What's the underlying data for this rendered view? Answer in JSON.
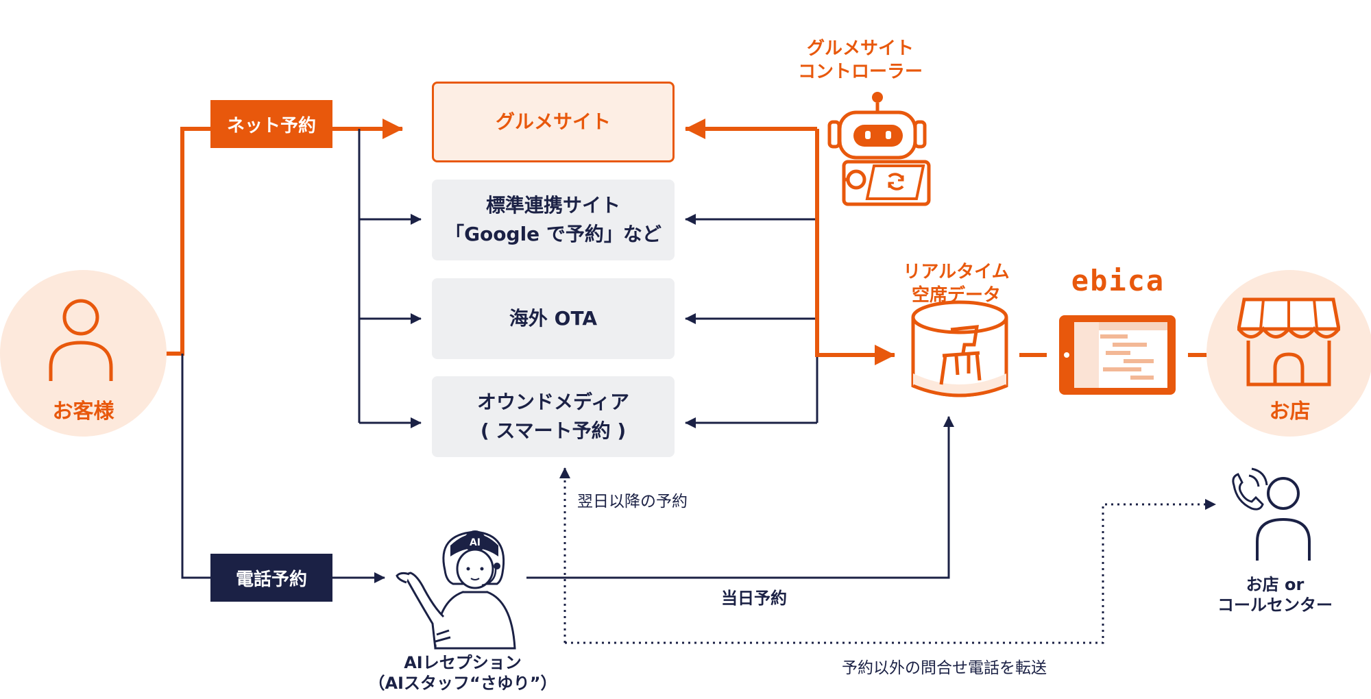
{
  "customer": {
    "label": "お客様"
  },
  "store": {
    "label": "お店"
  },
  "channels": {
    "net": "ネット予約",
    "phone": "電話予約"
  },
  "sites": [
    {
      "lines": [
        "グルメサイト"
      ]
    },
    {
      "lines": [
        "標準連携サイト",
        "「Google で予約」など"
      ]
    },
    {
      "lines": [
        "海外 OTA"
      ]
    },
    {
      "lines": [
        "オウンドメディア",
        "( スマート予約 )"
      ]
    }
  ],
  "controller": {
    "lines": [
      "グルメサイト",
      "コントローラー"
    ]
  },
  "realtime": {
    "lines": [
      "リアルタイム",
      "空席データ"
    ]
  },
  "ebica": {
    "logo": "ebica"
  },
  "ai": {
    "lines": [
      "AIレセプション",
      "（AIスタッフ“さゆり”）"
    ],
    "badge": "AI"
  },
  "flows": {
    "next_day": "翌日以降の予約",
    "same_day": "当日予約",
    "transfer": "予約以外の問合せ電話を転送"
  },
  "callcenter": {
    "lines": [
      "お店 or",
      "コールセンター"
    ]
  },
  "colors": {
    "orange": "#e8580c",
    "navy": "#1b2145",
    "light_orange": "#fde9dc",
    "gray_box": "#eeeff1"
  }
}
